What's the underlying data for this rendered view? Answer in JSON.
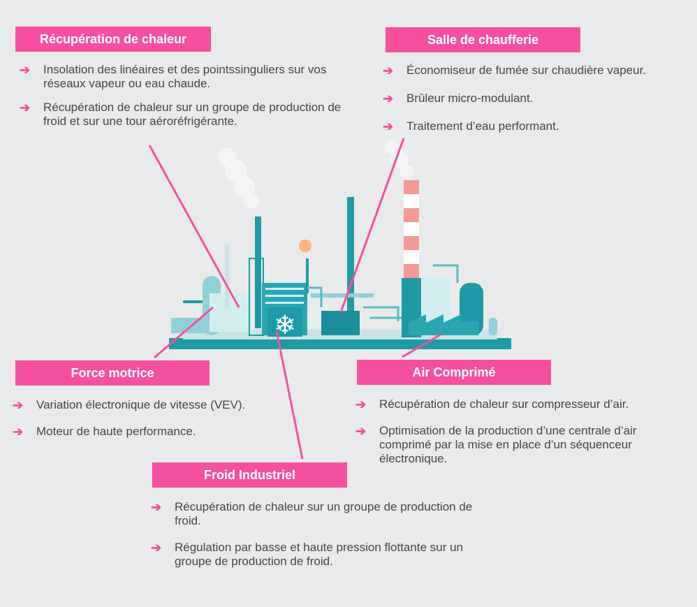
{
  "colors": {
    "accent": "#f54fa0",
    "teal": "#1e9aa6",
    "background": "#e9eaeb"
  },
  "sections": {
    "recuperation": {
      "title": "Récupération de chaleur",
      "items": [
        "Insolation des linéaires et des pointssinguliers sur vos réseaux vapeur ou eau chaude.",
        "Récupération de chaleur sur un groupe de production de froid et sur une tour aéroréfrigérante."
      ]
    },
    "chaufferie": {
      "title": "Salle de chaufferie",
      "items": [
        "Économiseur de fumée sur chaudière vapeur.",
        "Brûleur micro-modulant.",
        "Traitement d’eau performant."
      ]
    },
    "force": {
      "title": "Force motrice",
      "items": [
        "Variation électronique de vitesse (VEV).",
        "Moteur de haute performance."
      ]
    },
    "air": {
      "title": "Air Comprimé",
      "items": [
        "Récupération de chaleur sur compresseur d’air.",
        "Optimisation de la production d’une centrale d’air comprimé par la mise en place d’un séquenceur électronique."
      ]
    },
    "froid": {
      "title": "Froid Industriel",
      "items": [
        "Récupération de chaleur sur un groupe de production de froid.",
        "Régulation par basse et haute pression flottante sur un groupe de production de froid."
      ]
    }
  },
  "illustration": {
    "name": "industrial-plant",
    "icon": "snowflake-icon"
  }
}
